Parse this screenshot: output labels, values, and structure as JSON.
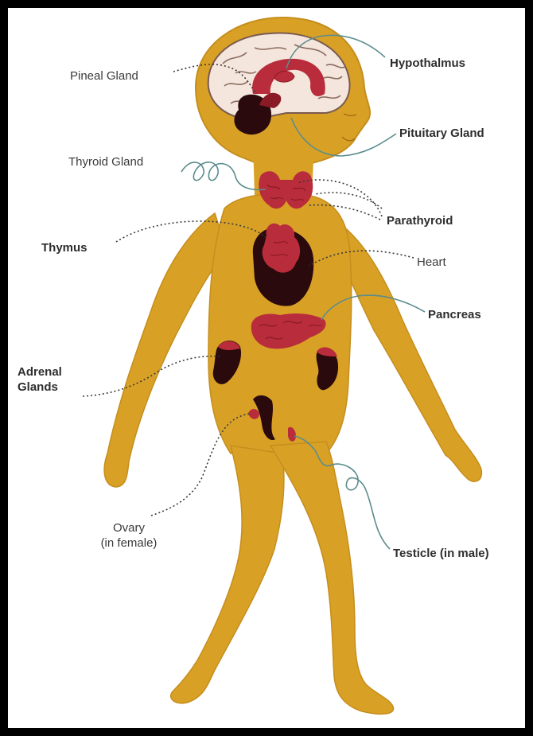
{
  "colors": {
    "frame": "#000000",
    "skin": "#d8a126",
    "skin_outline": "#c58d1c",
    "brain": "#f4e6dc",
    "gland": "#b92c3b",
    "dark_organ": "#2a0a0c",
    "leader_line": "#5b8c8c"
  },
  "labels": {
    "pineal": "Pineal Gland",
    "hypothalamus": "Hypothalmus",
    "pituitary": "Pituitary Gland",
    "thyroid": "Thyroid Gland",
    "parathyroid": "Parathyroid",
    "thymus": "Thymus",
    "heart": "Heart",
    "pancreas": "Pancreas",
    "adrenal_line1": "Adrenal",
    "adrenal_line2": "Glands",
    "ovary_line1": "Ovary",
    "ovary_line2": "(in female)",
    "testicle": "Testicle (in male)"
  }
}
